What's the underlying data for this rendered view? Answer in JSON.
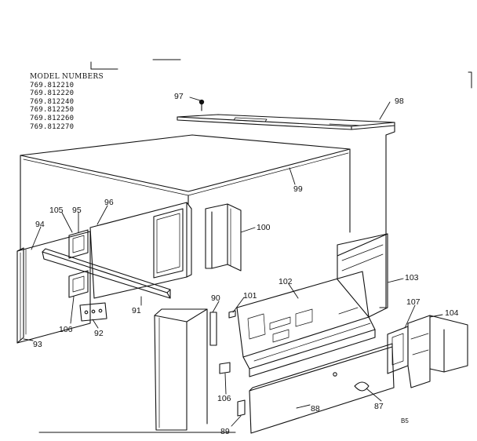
{
  "models": {
    "heading": "MODEL NUMBERS",
    "numbers": [
      "769.812210",
      "769.812220",
      "769.812240",
      "769.812250",
      "769.812260",
      "769.812270"
    ]
  },
  "parts": {
    "p87": "87",
    "p88": "88",
    "p89": "89",
    "p90": "90",
    "p91": "91",
    "p92": "92",
    "p93": "93",
    "p94": "94",
    "p95": "95",
    "p96": "96",
    "p97": "97",
    "p98": "98",
    "p99": "99",
    "p100": "100",
    "p101": "101",
    "p102": "102",
    "p103": "103",
    "p104": "104",
    "p105": "105",
    "p106": "106",
    "p106b": "106",
    "p107": "107"
  },
  "page_code": "B5",
  "colors": {
    "ink": "#111111",
    "paper": "#ffffff"
  }
}
